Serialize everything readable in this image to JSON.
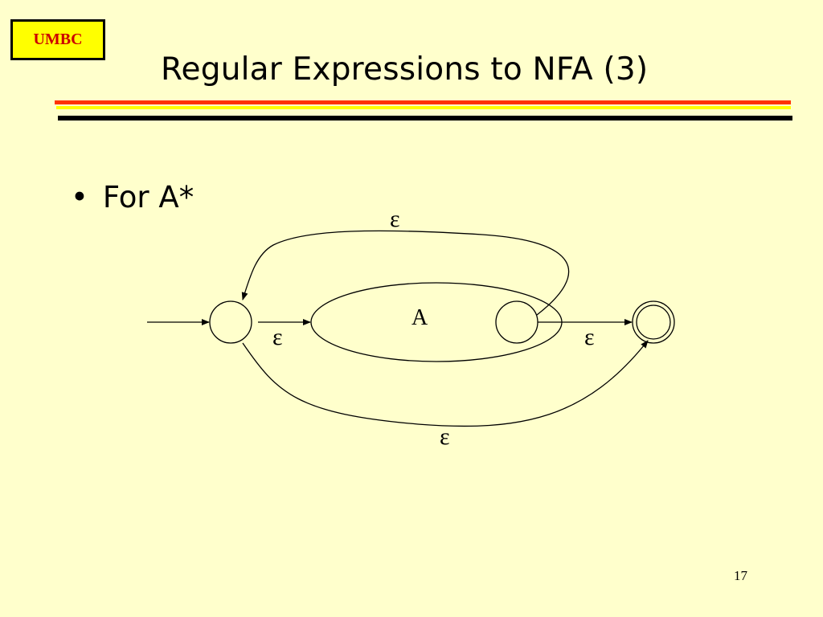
{
  "logo": {
    "text": "UMBC"
  },
  "title": "Regular Expressions to NFA (3)",
  "bullet": {
    "marker": "•",
    "text": "For A*"
  },
  "diagram": {
    "inner_label": "A",
    "edges": {
      "start_to_inner": "ε",
      "inner_to_final": "ε",
      "loop_back": "ε",
      "skip": "ε"
    }
  },
  "page_number": "17",
  "colors": {
    "background": "#FFFFCC",
    "logo_bg": "#FFFF00",
    "logo_text": "#CC0000",
    "rule_red": "#FF3300",
    "rule_yellow": "#FFFF00",
    "rule_black": "#000000"
  }
}
